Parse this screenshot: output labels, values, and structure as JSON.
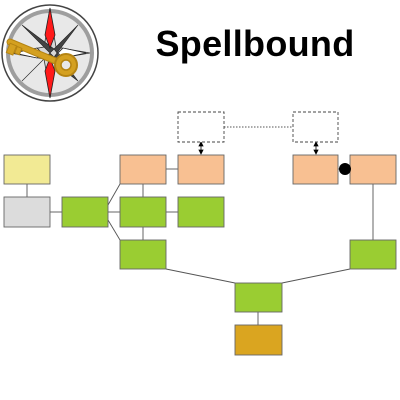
{
  "header": {
    "title": "Spellbound"
  },
  "logo": {
    "icon": "compass-key-logo",
    "colors": {
      "ring": "#9e9e9e",
      "star_red": "#ff1a1a",
      "star_dark": "#444444",
      "star_light": "#d8d8d8",
      "key": "#d4a020"
    }
  },
  "colors": {
    "yellow": "#f2ea94",
    "gray": "#dcdcdc",
    "green": "#9acd32",
    "peach": "#f8c092",
    "gold": "#daa520",
    "dashed": "#ffffff",
    "line": "#555555",
    "border": "#666666"
  },
  "nodes": [
    {
      "id": "n-yellow",
      "fill": "yellow"
    },
    {
      "id": "n-gray",
      "fill": "gray"
    },
    {
      "id": "n-green-left",
      "fill": "green"
    },
    {
      "id": "n-peach-1",
      "fill": "peach"
    },
    {
      "id": "n-peach-2",
      "fill": "peach"
    },
    {
      "id": "n-dashed-left",
      "fill": "dashed",
      "dashed": true
    },
    {
      "id": "n-green-center",
      "fill": "green"
    },
    {
      "id": "n-green-center-right",
      "fill": "green"
    },
    {
      "id": "n-green-center-low",
      "fill": "green"
    },
    {
      "id": "n-dashed-right",
      "fill": "dashed",
      "dashed": true
    },
    {
      "id": "n-peach-3",
      "fill": "peach"
    },
    {
      "id": "n-peach-4",
      "fill": "peach"
    },
    {
      "id": "n-green-right",
      "fill": "green"
    },
    {
      "id": "n-green-bottom",
      "fill": "green"
    },
    {
      "id": "n-gold",
      "fill": "gold"
    }
  ]
}
